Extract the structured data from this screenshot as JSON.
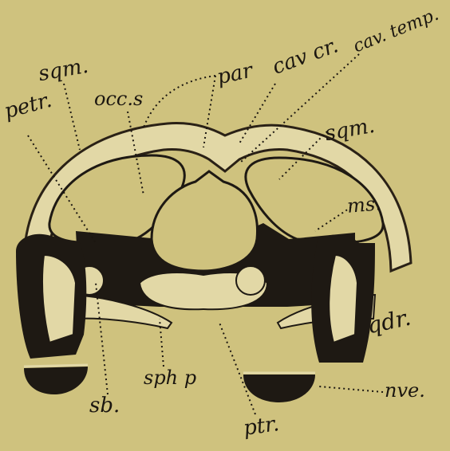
{
  "labels": {
    "sqm_top": "sqm.",
    "petr": "petr.",
    "occ_s": "occ.s",
    "par": "par",
    "cav_cr": "cav cr.",
    "cav_temp": "cav. temp.",
    "sqm_right": "sqm.",
    "ms": "ms.",
    "qdr": "qdr.",
    "sph_p": "sph p",
    "sb": "sb.",
    "ptr": "ptr.",
    "nve": "nve."
  },
  "colors": {
    "background": "#cfc27e",
    "bone_light": "#e2d8a6",
    "cartilage_dark": "#1e1913",
    "ink": "#1b1610"
  }
}
